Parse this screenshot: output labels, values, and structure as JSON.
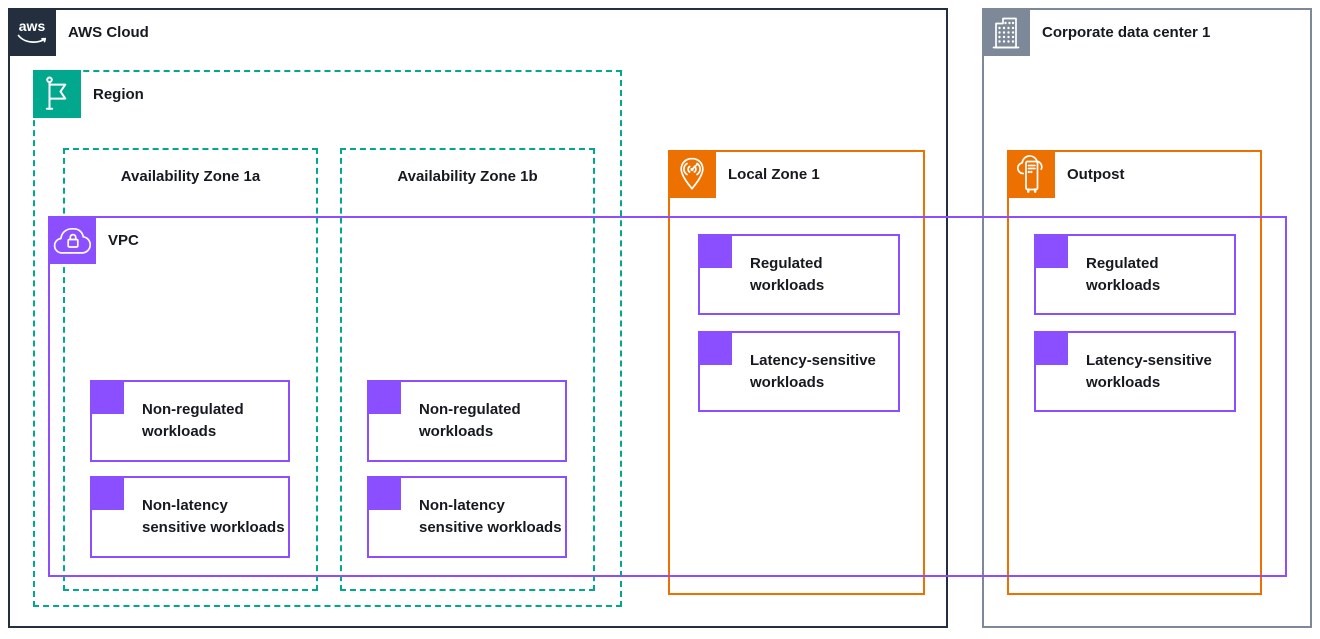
{
  "groups": {
    "aws_cloud": {
      "label": "AWS Cloud",
      "icon": "aws-logo-icon"
    },
    "region": {
      "label": "Region",
      "icon": "region-flag-icon"
    },
    "vpc": {
      "label": "VPC",
      "icon": "vpc-cloud-lock-icon"
    },
    "corporate_dc": {
      "label": "Corporate data center 1",
      "icon": "corporate-building-icon"
    }
  },
  "zones": {
    "az1a": {
      "label": "Availability Zone 1a",
      "workloads": [
        "Non-regulated workloads",
        "Non-latency sensitive workloads"
      ]
    },
    "az1b": {
      "label": "Availability Zone 1b",
      "workloads": [
        "Non-regulated workloads",
        "Non-latency sensitive workloads"
      ]
    },
    "local_zone": {
      "label": "Local Zone 1",
      "icon": "local-zone-pin-icon",
      "workloads": [
        "Regulated workloads",
        "Latency-sensitive workloads"
      ]
    },
    "outpost": {
      "label": "Outpost",
      "icon": "outpost-server-icon",
      "workloads": [
        "Regulated workloads",
        "Latency-sensitive workloads"
      ]
    }
  },
  "colors": {
    "aws_dark": "#232F3E",
    "teal": "#01A88D",
    "purple": "#8C4FFF",
    "orange": "#ED7100",
    "gray": "#7D8998",
    "text": "#16191F"
  }
}
